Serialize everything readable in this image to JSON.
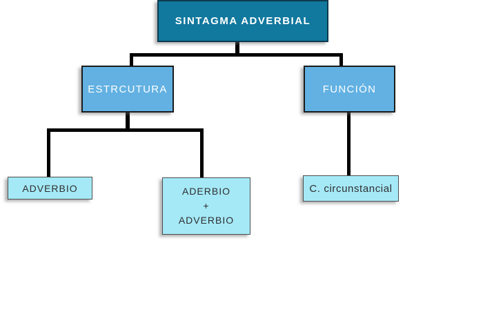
{
  "diagram": {
    "root": {
      "label": "SINTAGMA ADVERBIAL"
    },
    "branches": {
      "estructura": {
        "label": "ESTRCUTURA"
      },
      "funcion": {
        "label": "FUNCIÓN"
      }
    },
    "leaves": {
      "adverbio": {
        "label": "ADVERBIO"
      },
      "adverbio_plus_adverbio": {
        "lines": [
          "ADERBIO",
          "+",
          "ADVERBIO"
        ]
      },
      "circunstancial": {
        "label": "C. circunstancial"
      }
    },
    "colors": {
      "page_bg": "#FFFFFF",
      "root_fill": "#11789E",
      "root_border": "#0D3A4E",
      "root_text": "#FFFFFF",
      "branch_fill": "#62B1E2",
      "branch_border": "#1B1B1B",
      "leaf_fill": "#A5E9F7",
      "leaf_border": "#4D4D4D",
      "leaf_text": "#2E2E2E",
      "connector": "#000000"
    }
  }
}
